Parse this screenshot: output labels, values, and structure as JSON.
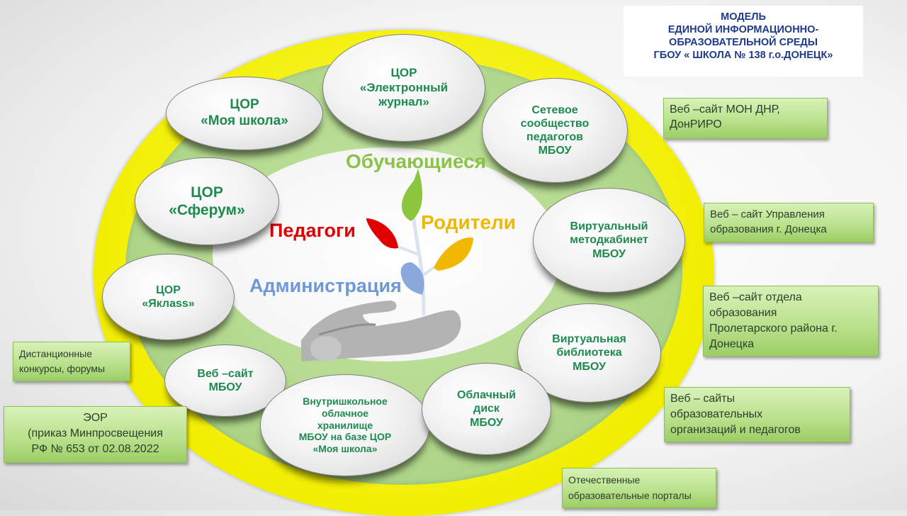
{
  "title": "МОДЕЛЬ\nЕДИНОЙ ИНФОРМАЦИОННО-\nОБРАЗОВАТЕЛЬНОЙ СРЕДЫ\nГБОУ « ШКОЛА № 138 г.о.ДОНЕЦК»",
  "center_labels": {
    "students": "Обучающиеся",
    "teachers": "Педагоги",
    "parents": "Родители",
    "administration": "Администрация"
  },
  "nodes": {
    "e_journal": "ЦОР\n«Электронный\nжурнал»",
    "my_school": "ЦОР\n«Моя школа»",
    "network_community": "Сетевое\nсообщество\nпедагогов\nМБОУ",
    "sferum": "ЦОР\n«Сферум»",
    "virtual_methodcab": "Виртуальный\nметодкабинет\nМБОУ",
    "yaklass": "ЦОР\n«Яклass»",
    "virtual_library": "Виртуальная\nбиблиотека\nМБОУ",
    "website": "Веб –сайт\nМБОУ",
    "cloud_storage": "Внутришкольное\nоблачное\nхранилище\nМБОУ на базе ЦОР\n«Моя школа»",
    "cloud_disk": "Облачный\nдиск\nМБОУ"
  },
  "boxes": {
    "mon": "Веб –сайт МОН ДНР,\nДонРИРО",
    "edu_dept_city": "Веб – сайт Управления\nобразования г. Донецка",
    "edu_dept_district": "Веб –сайт отдела\nобразования\nПролетарского района г.\nДонецка",
    "org_sites": "Веб – сайты\nобразовательных\nорганизаций и педагогов",
    "portals": "Отечественные\nобразовательные порталы",
    "contests": "Дистанционные\nконкурсы, форумы",
    "eor": "ЭОР\n(приказ Минпросвещения\nРФ № 653 от 02.08.2022"
  },
  "colors": {
    "outer_ring": "#f2ee00",
    "inner_ring": "#a8d282",
    "node_text": "#1e8a4f",
    "title_text": "#1e3a8a",
    "students": "#8bc34a",
    "teachers": "#e00000",
    "parents": "#f0b800",
    "administration": "#6f98d6"
  },
  "icons": [
    "sprout-icon",
    "open-hand-icon"
  ]
}
